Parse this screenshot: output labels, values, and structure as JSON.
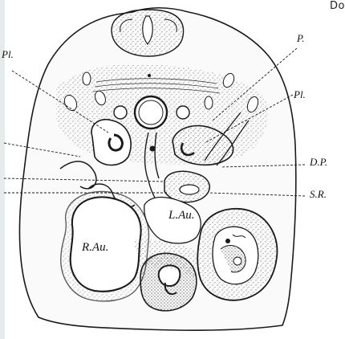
{
  "header": {
    "text": "Do"
  },
  "figure": {
    "labels": {
      "p": "P.",
      "pl_left": "Pl.",
      "pl_right": "Pl.",
      "dp": "D.P.",
      "sr": "S.R.",
      "lau": "L.Au.",
      "rau": "R.Au."
    },
    "ink_color": "#1a1a1a",
    "background": "#ffffff",
    "strip_color": "#e6eceb"
  }
}
